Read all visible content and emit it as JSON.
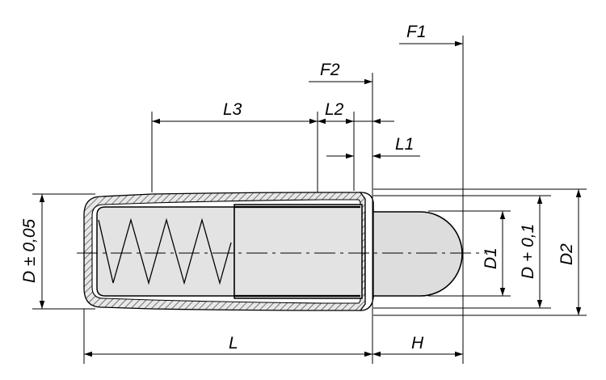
{
  "labels": {
    "F1": "F1",
    "F2": "F2",
    "L3": "L3",
    "L2": "L2",
    "L1": "L1",
    "D_tol": "D ± 0,05",
    "D1": "D1",
    "D_plus": "D + 0,1",
    "D2": "D2",
    "L": "L",
    "H": "H"
  },
  "colors": {
    "line": "#000000",
    "body_fill": "#e6e6e6",
    "plunger_fill": "#dddddd",
    "shell": "#555555"
  }
}
